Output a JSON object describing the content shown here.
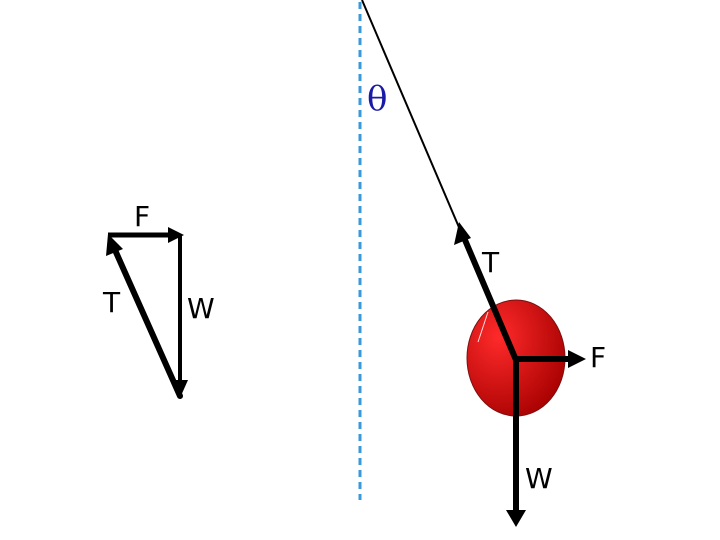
{
  "colors": {
    "angle_symbol": "#1a1aa8",
    "vertical_reference": "#3a9ad9",
    "bob_light": "#ff2a2a",
    "bob_dark": "#a60000",
    "vector": "#000000"
  },
  "pendulum": {
    "angle_label": "θ",
    "forces": {
      "tension": "T",
      "horizontal_force": "F",
      "weight": "W"
    }
  },
  "force_triangle": {
    "horizontal_force": "F",
    "tension": "T",
    "weight": "W"
  }
}
